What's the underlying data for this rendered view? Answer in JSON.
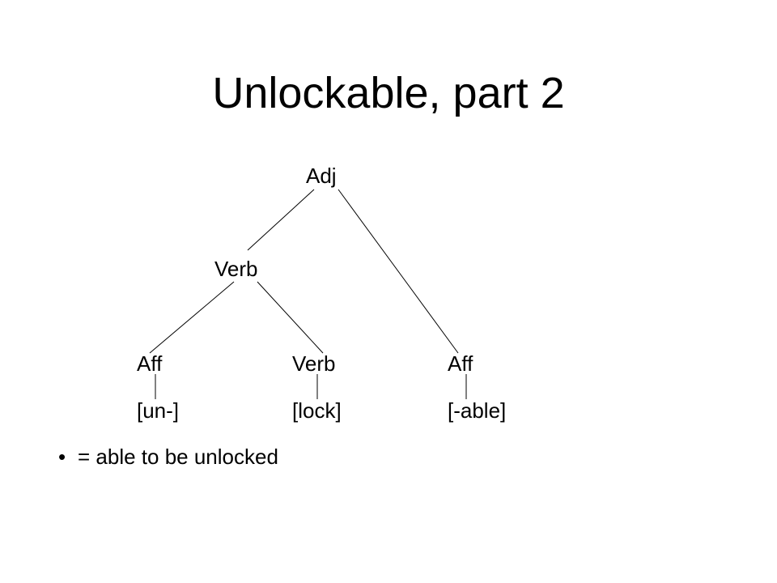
{
  "title": "Unlockable, part 2",
  "tree": {
    "root": "Adj",
    "verb_phrase": "Verb",
    "leaves": [
      {
        "category": "Aff",
        "morpheme": "[un-]"
      },
      {
        "category": "Verb",
        "morpheme": "[lock]"
      },
      {
        "category": "Aff",
        "morpheme": "[-able]"
      }
    ]
  },
  "bullets": [
    {
      "marker": "•",
      "text": "= able to be unlocked"
    }
  ]
}
